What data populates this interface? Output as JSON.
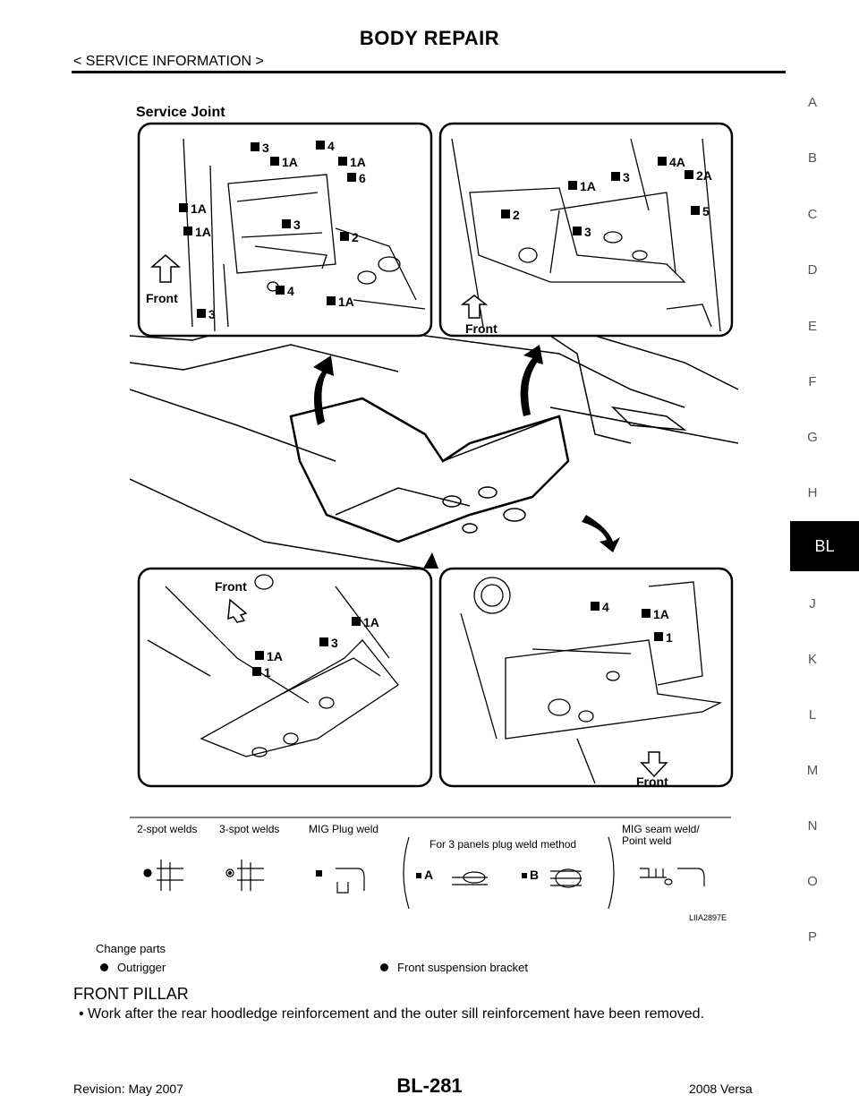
{
  "header": {
    "title": "BODY REPAIR",
    "subtitle": "< SERVICE INFORMATION >"
  },
  "side_index": {
    "letters": [
      "A",
      "B",
      "C",
      "D",
      "E",
      "F",
      "G",
      "H",
      "BL",
      "J",
      "K",
      "L",
      "M",
      "N",
      "O",
      "P"
    ],
    "active": "BL"
  },
  "figure": {
    "title": "Service Joint",
    "code": "LIIA2897E",
    "panel_top_left": {
      "front_label": "Front",
      "callouts": [
        "3",
        "4",
        "1A",
        "1A",
        "6",
        "1A",
        "1A",
        "3",
        "2",
        "4",
        "1A",
        "3"
      ]
    },
    "panel_top_right": {
      "front_label": "Front",
      "callouts": [
        "1A",
        "3",
        "4A",
        "2A",
        "2",
        "5",
        "3"
      ]
    },
    "panel_bottom_left": {
      "front_label": "Front",
      "callouts": [
        "1A",
        "3",
        "1A",
        "1"
      ]
    },
    "panel_bottom_right": {
      "front_label": "Front",
      "callouts": [
        "4",
        "1A",
        "1"
      ]
    },
    "legend": {
      "two_spot": "2-spot welds",
      "three_spot": "3-spot welds",
      "mig_plug": "MIG Plug weld",
      "three_panel": "For 3 panels plug weld method",
      "a_label": "A",
      "b_label": "B",
      "mig_seam_line1": "MIG seam weld/",
      "mig_seam_line2": "Point weld"
    }
  },
  "change_parts": {
    "label": "Change parts",
    "items": [
      "Outrigger",
      "Front suspension bracket"
    ]
  },
  "section": {
    "heading": "FRONT PILLAR",
    "step": "• Work after the rear hoodledge reinforcement and the outer sill reinforcement have been removed."
  },
  "footer": {
    "revision": "Revision: May 2007",
    "page": "BL-281",
    "model": "2008 Versa"
  }
}
